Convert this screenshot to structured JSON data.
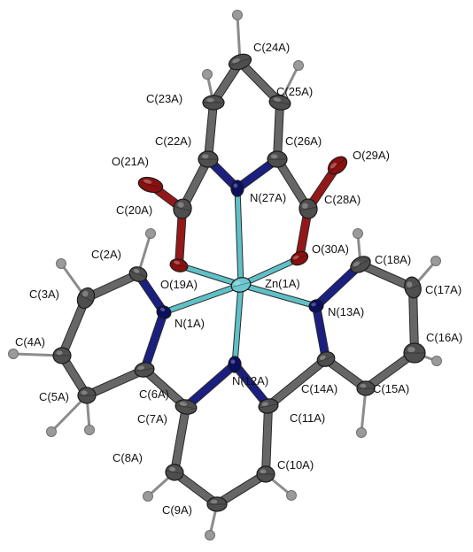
{
  "colors": {
    "carbon": "#4e4e4e",
    "nitrogen": "#0a1060",
    "oxygen": "#8a1010",
    "zinc": "#6cc7d0",
    "hydrogen": "#9a9a9a",
    "bond": "#666666",
    "nitrogen_bond": "#1b1f80",
    "oxygen_bond": "#951818",
    "zinc_bond": "#5fc0c8"
  },
  "atoms": {
    "Zn1A": {
      "label": "Zn(1A)",
      "element": "Zn"
    },
    "N1A": {
      "label": "N(1A)",
      "element": "N"
    },
    "N12A": {
      "label": "N(12A)",
      "element": "N"
    },
    "N13A": {
      "label": "N(13A)",
      "element": "N"
    },
    "N27A": {
      "label": "N(27A)",
      "element": "N"
    },
    "O19A": {
      "label": "O(19A)",
      "element": "O"
    },
    "O30A": {
      "label": "O(30A)",
      "element": "O"
    },
    "O21A": {
      "label": "O(21A)",
      "element": "O"
    },
    "O29A": {
      "label": "O(29A)",
      "element": "O"
    },
    "C2A": {
      "label": "C(2A)",
      "element": "C"
    },
    "C3A": {
      "label": "C(3A)",
      "element": "C"
    },
    "C4A": {
      "label": "C(4A)",
      "element": "C"
    },
    "C5A": {
      "label": "C(5A)",
      "element": "C"
    },
    "C6A": {
      "label": "C(6A)",
      "element": "C"
    },
    "C7A": {
      "label": "C(7A)",
      "element": "C"
    },
    "C8A": {
      "label": "C(8A)",
      "element": "C"
    },
    "C9A": {
      "label": "C(9A)",
      "element": "C"
    },
    "C10A": {
      "label": "C(10A)",
      "element": "C"
    },
    "C11A": {
      "label": "C(11A)",
      "element": "C"
    },
    "C14A": {
      "label": "C(14A)",
      "element": "C"
    },
    "C15A": {
      "label": "C(15A)",
      "element": "C"
    },
    "C16A": {
      "label": "C(16A)",
      "element": "C"
    },
    "C17A": {
      "label": "C(17A)",
      "element": "C"
    },
    "C18A": {
      "label": "C(18A)",
      "element": "C"
    },
    "C20A": {
      "label": "C(20A)",
      "element": "C"
    },
    "C22A": {
      "label": "C(22A)",
      "element": "C"
    },
    "C23A": {
      "label": "C(23A)",
      "element": "C"
    },
    "C24A": {
      "label": "C(24A)",
      "element": "C"
    },
    "C25A": {
      "label": "C(25A)",
      "element": "C"
    },
    "C26A": {
      "label": "C(26A)",
      "element": "C"
    },
    "C28A": {
      "label": "C(28A)",
      "element": "C"
    }
  },
  "bonds": [
    [
      "Zn1A",
      "N1A"
    ],
    [
      "Zn1A",
      "N12A"
    ],
    [
      "Zn1A",
      "N13A"
    ],
    [
      "Zn1A",
      "N27A"
    ],
    [
      "Zn1A",
      "O19A"
    ],
    [
      "Zn1A",
      "O30A"
    ],
    [
      "N1A",
      "C2A"
    ],
    [
      "C2A",
      "C3A"
    ],
    [
      "C3A",
      "C4A"
    ],
    [
      "C4A",
      "C5A"
    ],
    [
      "C5A",
      "C6A"
    ],
    [
      "C6A",
      "N1A"
    ],
    [
      "C6A",
      "C7A"
    ],
    [
      "C7A",
      "N12A"
    ],
    [
      "C7A",
      "C8A"
    ],
    [
      "C8A",
      "C9A"
    ],
    [
      "C9A",
      "C10A"
    ],
    [
      "C10A",
      "C11A"
    ],
    [
      "C11A",
      "N12A"
    ],
    [
      "C11A",
      "C14A"
    ],
    [
      "C14A",
      "N13A"
    ],
    [
      "N13A",
      "C18A"
    ],
    [
      "C18A",
      "C17A"
    ],
    [
      "C17A",
      "C16A"
    ],
    [
      "C16A",
      "C15A"
    ],
    [
      "C15A",
      "C14A"
    ],
    [
      "O19A",
      "C20A"
    ],
    [
      "C20A",
      "O21A"
    ],
    [
      "C20A",
      "C22A"
    ],
    [
      "C22A",
      "N27A"
    ],
    [
      "C22A",
      "C23A"
    ],
    [
      "C23A",
      "C24A"
    ],
    [
      "C24A",
      "C25A"
    ],
    [
      "C25A",
      "C26A"
    ],
    [
      "C26A",
      "N27A"
    ],
    [
      "C26A",
      "C28A"
    ],
    [
      "C28A",
      "O29A"
    ],
    [
      "C28A",
      "O30A"
    ]
  ]
}
